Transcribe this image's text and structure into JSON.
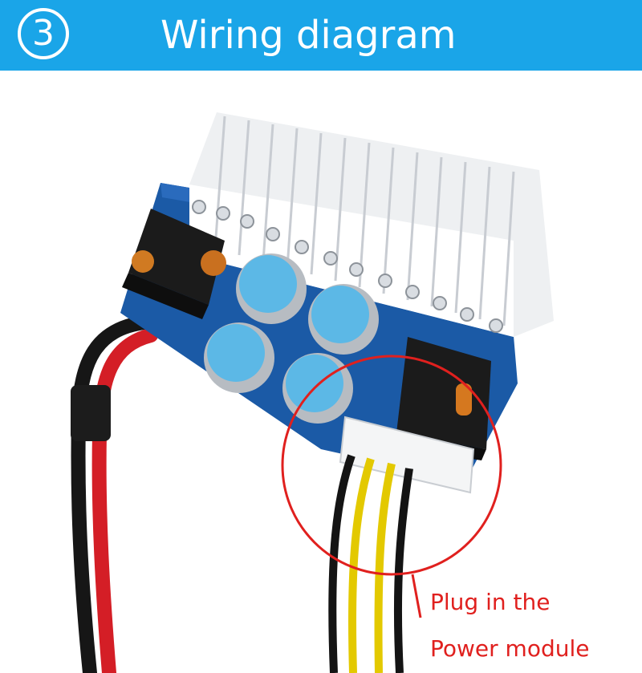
{
  "header": {
    "step_number": "3",
    "title": "Wiring diagram"
  },
  "callout": {
    "line1": "Plug in the",
    "line2": "Power module"
  },
  "colors": {
    "banner": "#1aa5e8",
    "callout": "#e0201e",
    "pcb": "#1b5aa6",
    "connector": "#f3f4f6"
  },
  "photo_subject": "pcb-power-module-photo"
}
